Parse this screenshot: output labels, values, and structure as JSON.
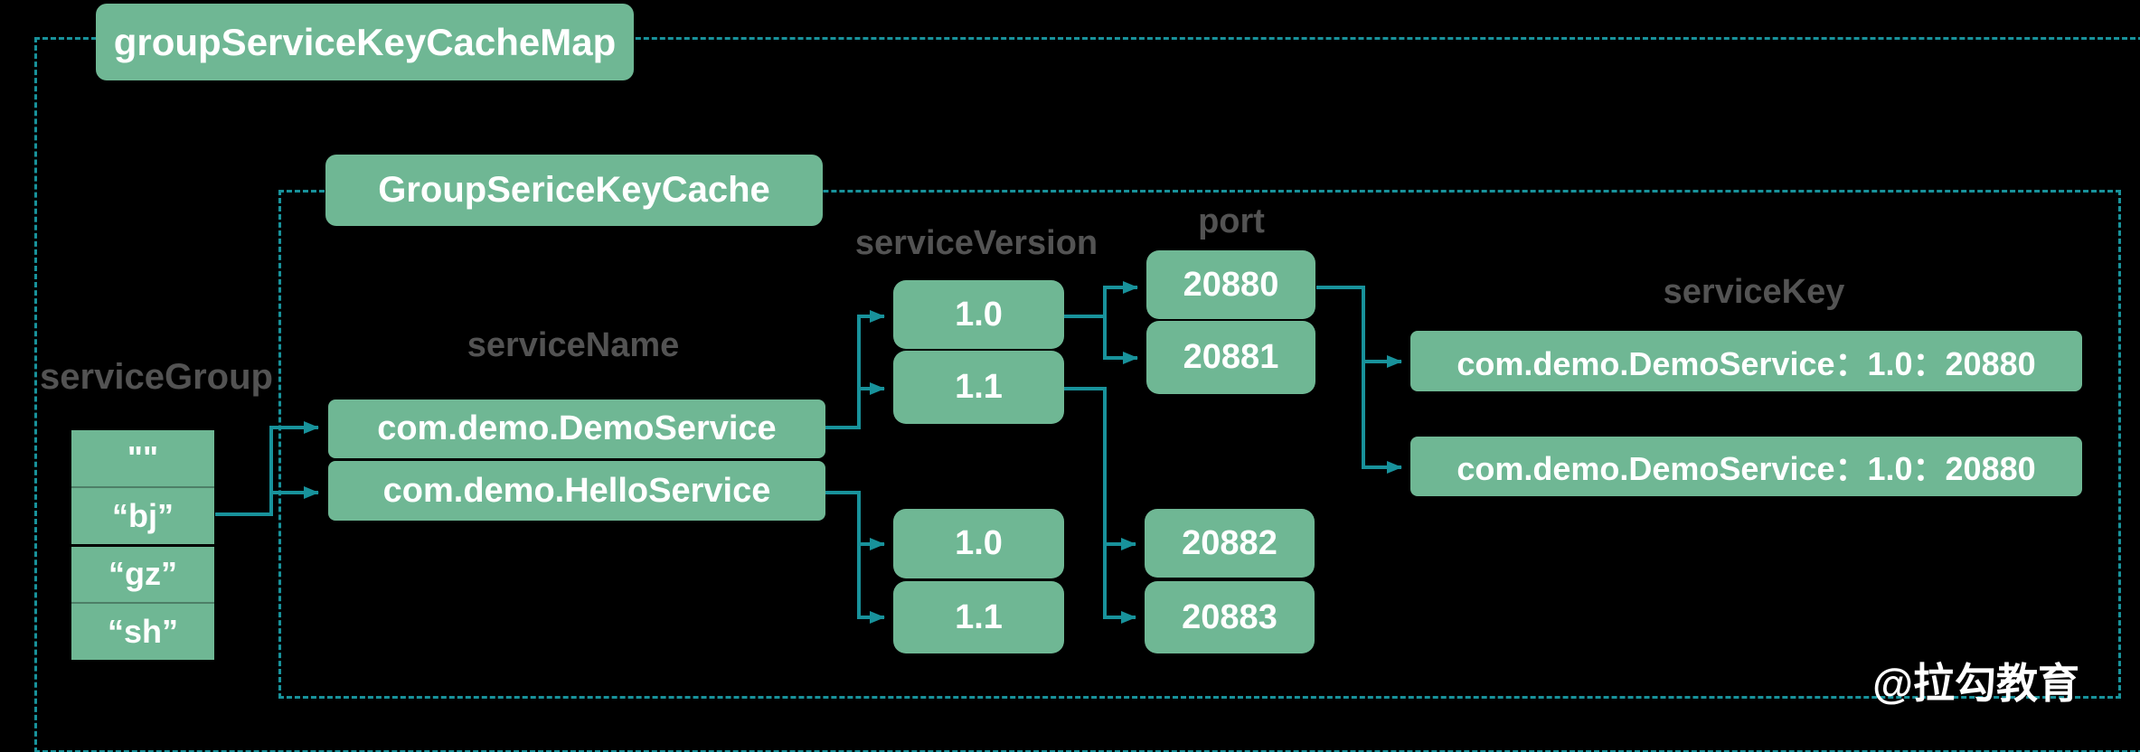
{
  "diagram": {
    "title": "groupServiceKeyCacheMap",
    "inner_title": "GroupSericeKeyCache",
    "service_group": {
      "label": "serviceGroup",
      "items": [
        "\"\"",
        "“bj”",
        "“gz”",
        "“sh”"
      ]
    },
    "service_name": {
      "label": "serviceName",
      "items": [
        "com.demo.DemoService",
        "com.demo.HelloService"
      ]
    },
    "service_version": {
      "label": "serviceVersion",
      "group1": [
        "1.0",
        "1.1"
      ],
      "group2": [
        "1.0",
        "1.1"
      ]
    },
    "port": {
      "label": "port",
      "group1": [
        "20880",
        "20881"
      ],
      "group2": [
        "20882",
        "20883"
      ]
    },
    "service_key": {
      "label": "serviceKey",
      "items": [
        "com.demo.DemoService：1.0：20880",
        "com.demo.DemoService：1.0：20880"
      ]
    },
    "watermark": "@拉勾教育",
    "colors": {
      "box_green": "#6FB794",
      "line_teal": "#18929B",
      "label_gray": "#535353",
      "text_white": "#FFFFFF",
      "background": "#000000"
    }
  }
}
